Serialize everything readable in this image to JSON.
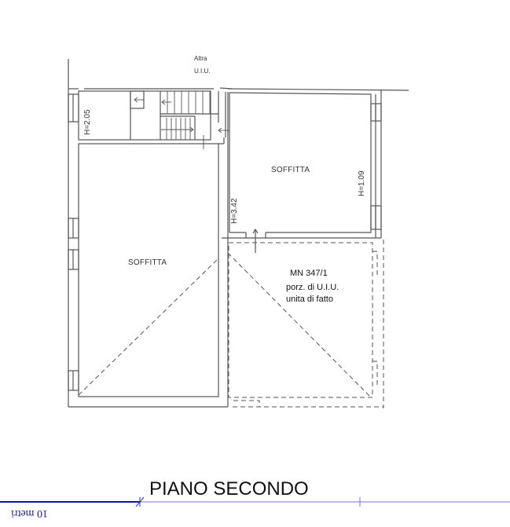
{
  "drawing": {
    "title": "PIANO SECONDO",
    "neighbor_label": {
      "line1": "Altra",
      "line2": "U.I.U."
    },
    "rooms": [
      {
        "id": "soffitta-left",
        "label": "SOFFITTA"
      },
      {
        "id": "soffitta-right",
        "label": "SOFFITTA"
      }
    ],
    "heights": [
      {
        "id": "h-stair-room",
        "label": "H=2.05"
      },
      {
        "id": "h-corridor",
        "label": "H=3.42"
      },
      {
        "id": "h-right-room",
        "label": "H=1.09"
      }
    ],
    "annotation": {
      "line1": "MN 347/1",
      "line2": "porz. di U.I.U.",
      "line3": "unita di fatto"
    },
    "scale": {
      "label": "10 metri"
    },
    "colors": {
      "lines": "#555555",
      "scale_dark": "#1010c0",
      "scale_light": "#7070e0"
    }
  }
}
